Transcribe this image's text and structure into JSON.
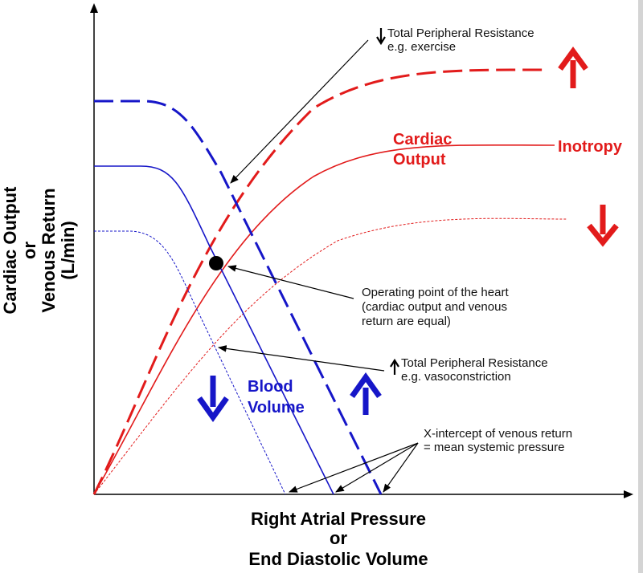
{
  "colors": {
    "red": "#e21b1b",
    "blue": "#1616c8",
    "axis": "#000000",
    "text": "#111111"
  },
  "axes": {
    "y_title_lines": [
      "Cardiac Output",
      "or",
      "Venous Return",
      "(L/min)"
    ],
    "x_title_lines": [
      "Right Atrial Pressure",
      "or",
      "End Diastolic Volume"
    ]
  },
  "labels": {
    "cardiac_output": [
      "Cardiac",
      "Output"
    ],
    "inotropy": "Inotropy",
    "blood_volume": [
      "Blood",
      "Volume"
    ]
  },
  "annotations": {
    "tpr_exercise": [
      "Total Peripheral Resistance",
      "e.g. exercise"
    ],
    "operating_point": [
      "Operating point of the heart",
      "(cardiac output and venous",
      "return are equal)"
    ],
    "tpr_vasoconstriction": [
      "Total Peripheral Resistance",
      "e.g. vasoconstriction"
    ],
    "x_intercept": [
      "X-intercept of venous return",
      "= mean systemic pressure"
    ]
  },
  "icons": {
    "inotropy_up": "up-arrow-icon",
    "inotropy_down": "down-arrow-icon",
    "blood_volume_down": "down-arrow-icon",
    "blood_volume_up": "up-arrow-icon",
    "tpr_decrease": "down-arrow-icon",
    "tpr_increase": "up-arrow-icon"
  }
}
